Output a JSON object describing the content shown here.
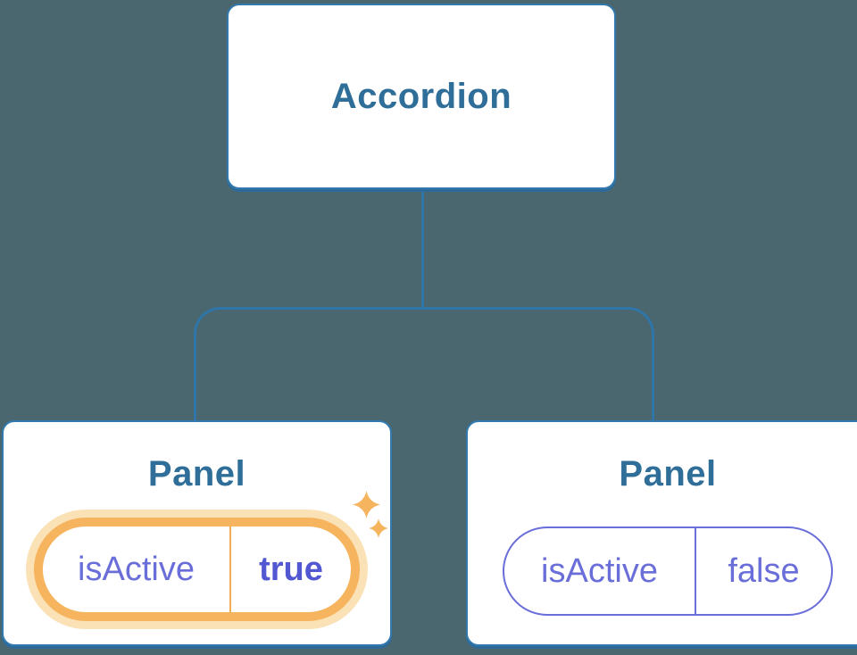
{
  "diagram": {
    "root": {
      "label": "Accordion"
    },
    "panels": [
      {
        "title": "Panel",
        "state_key": "isActive",
        "state_value": "true",
        "highlighted": true
      },
      {
        "title": "Panel",
        "state_key": "isActive",
        "state_value": "false",
        "highlighted": false
      }
    ]
  },
  "icons": {
    "sparkles": "sparkles-icon"
  },
  "colors": {
    "background": "#4a6770",
    "node_border": "#3179ae",
    "node_shadow": "#2d6a99",
    "node_background": "#ffffff",
    "connector": "#2e75a8",
    "label_blue": "#2f6e98",
    "state_purple": "#6a6ed9",
    "state_purple_bold": "#5257d2",
    "highlight_orange": "#f6b45f",
    "highlight_glow": "#fbe2b6"
  }
}
